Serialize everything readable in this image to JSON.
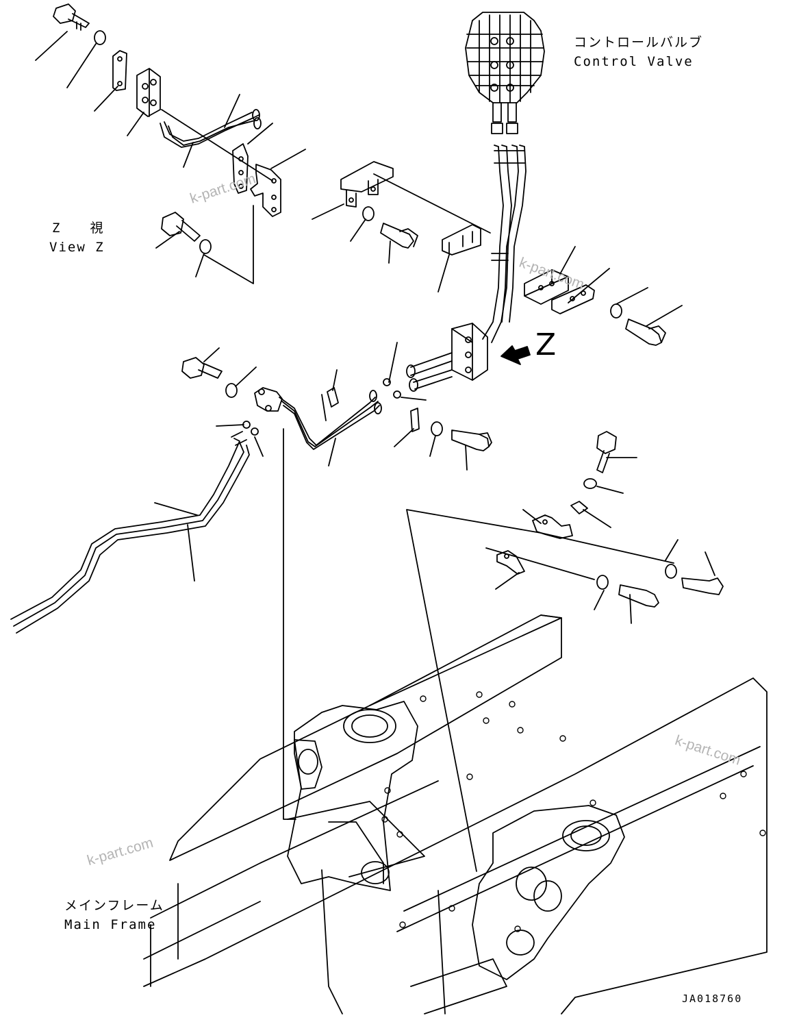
{
  "labels": {
    "control_valve_jp": "コントロールバルブ",
    "control_valve_en": "Control Valve",
    "view_z_jp": "Z　　視",
    "view_z_en": "View Z",
    "view_letter": "Z",
    "main_frame_jp": "メインフレーム",
    "main_frame_en": "Main Frame",
    "drawing_number": "JA018760"
  },
  "watermarks": [
    "k-part.com",
    "k-part.com",
    "k-part.com",
    "k-part.com"
  ],
  "colors": {
    "line": "#000000",
    "watermark": "#b4b4b4",
    "background": "#ffffff"
  }
}
